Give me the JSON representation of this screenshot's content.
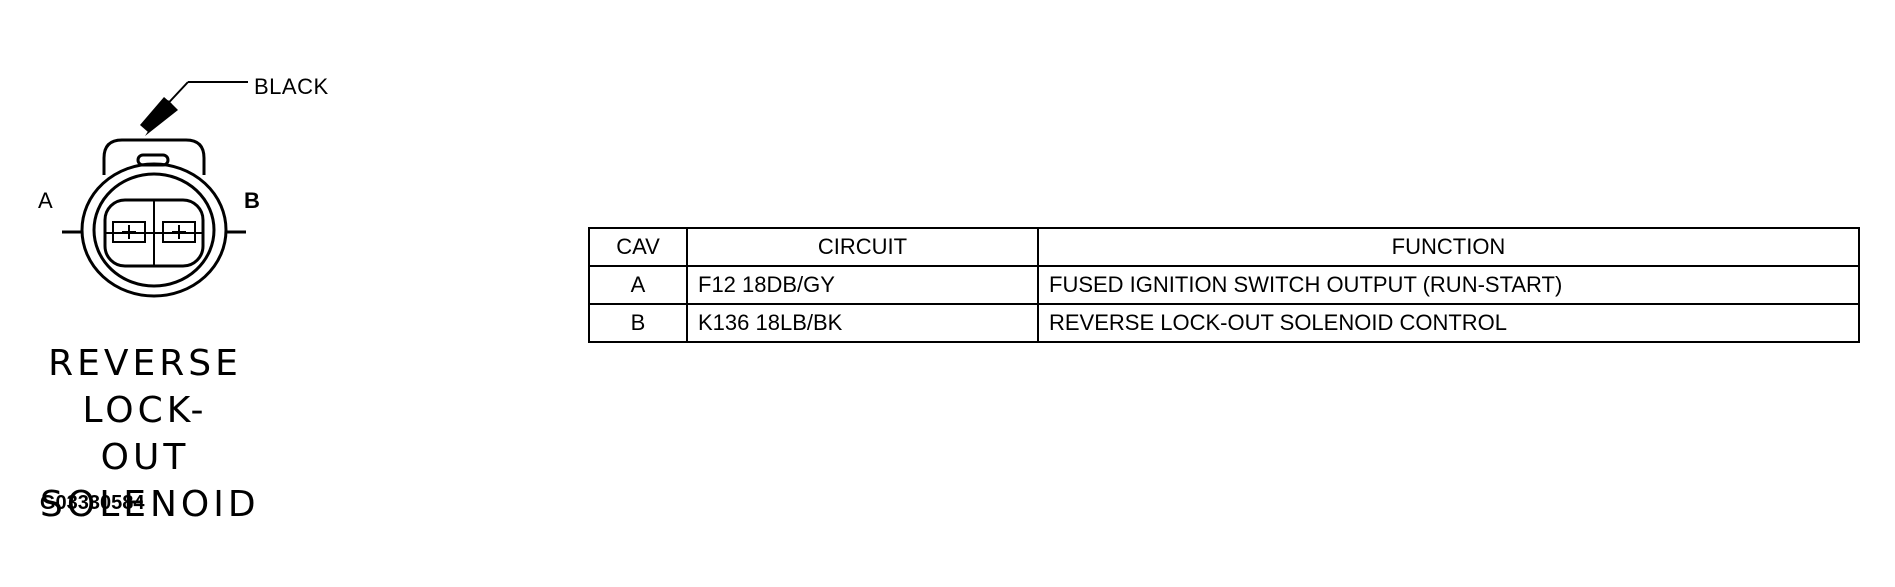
{
  "connector": {
    "color_label": "BLACK",
    "pin_a_label": "A",
    "pin_b_label": "B",
    "name_lines": [
      "REVERSE",
      "LOCK-OUT",
      "SOLENOID"
    ],
    "figure_id": "G03330584"
  },
  "table": {
    "headers": {
      "cav": "CAV",
      "circuit": "CIRCUIT",
      "function": "FUNCTION"
    },
    "rows": [
      {
        "cav": "A",
        "circuit": "F12 18DB/GY",
        "function": "FUSED IGNITION SWITCH OUTPUT (RUN-START)"
      },
      {
        "cav": "B",
        "circuit": "K136 18LB/BK",
        "function": "REVERSE LOCK-OUT SOLENOID CONTROL"
      }
    ]
  }
}
